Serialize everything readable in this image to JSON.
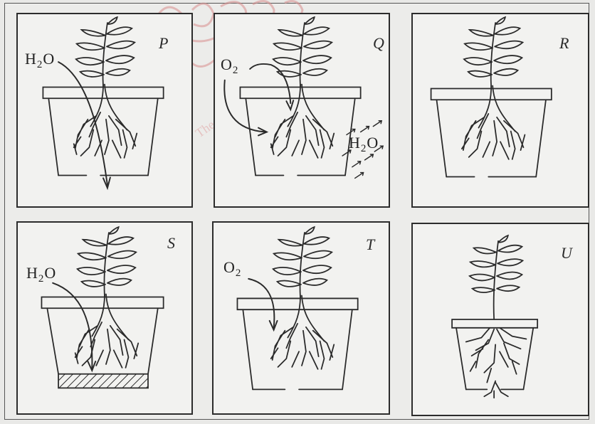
{
  "watermark": "The National Education Portal for The",
  "panels": [
    {
      "id": "P",
      "label": "P",
      "annotation": {
        "pre": "H",
        "sub": "2",
        "post": "O"
      }
    },
    {
      "id": "Q",
      "label": "Q",
      "annotation": {
        "pre": "O",
        "sub": "2",
        "post": ""
      },
      "annotation2": {
        "pre": "H",
        "sub": "2",
        "post": "O"
      }
    },
    {
      "id": "R",
      "label": "R"
    },
    {
      "id": "S",
      "label": "S",
      "annotation": {
        "pre": "H",
        "sub": "2",
        "post": "O"
      }
    },
    {
      "id": "T",
      "label": "T",
      "annotation": {
        "pre": "O",
        "sub": "2",
        "post": ""
      }
    },
    {
      "id": "U",
      "label": "U"
    }
  ]
}
